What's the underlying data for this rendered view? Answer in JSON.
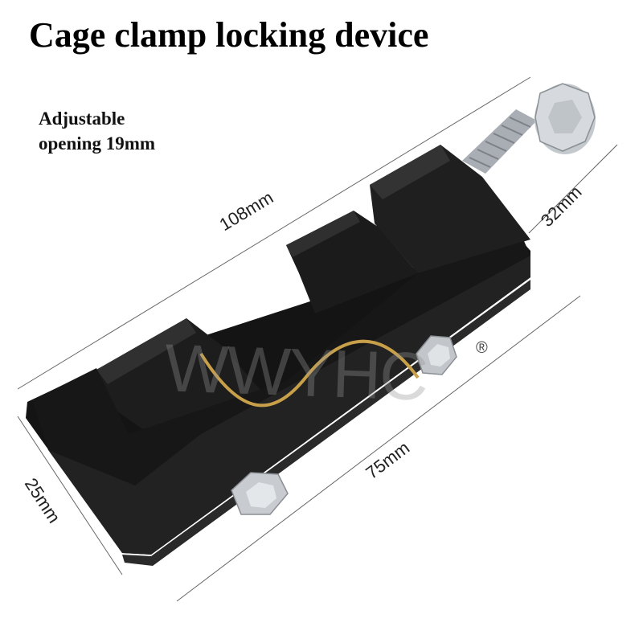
{
  "title": "Cage clamp locking device",
  "subtitle": {
    "line1": "Adjustable",
    "line2": "opening 19mm"
  },
  "dimensions": {
    "length": "108mm",
    "height": "32mm",
    "base": "75mm",
    "width": "25mm"
  },
  "watermark": {
    "text": "WWYHC",
    "registered": "®",
    "accent_color": "#c9a04a"
  },
  "colors": {
    "body": "#1c1c1c",
    "body_shadow": "#0e0e0e",
    "bolt": "#b9bec4"
  }
}
